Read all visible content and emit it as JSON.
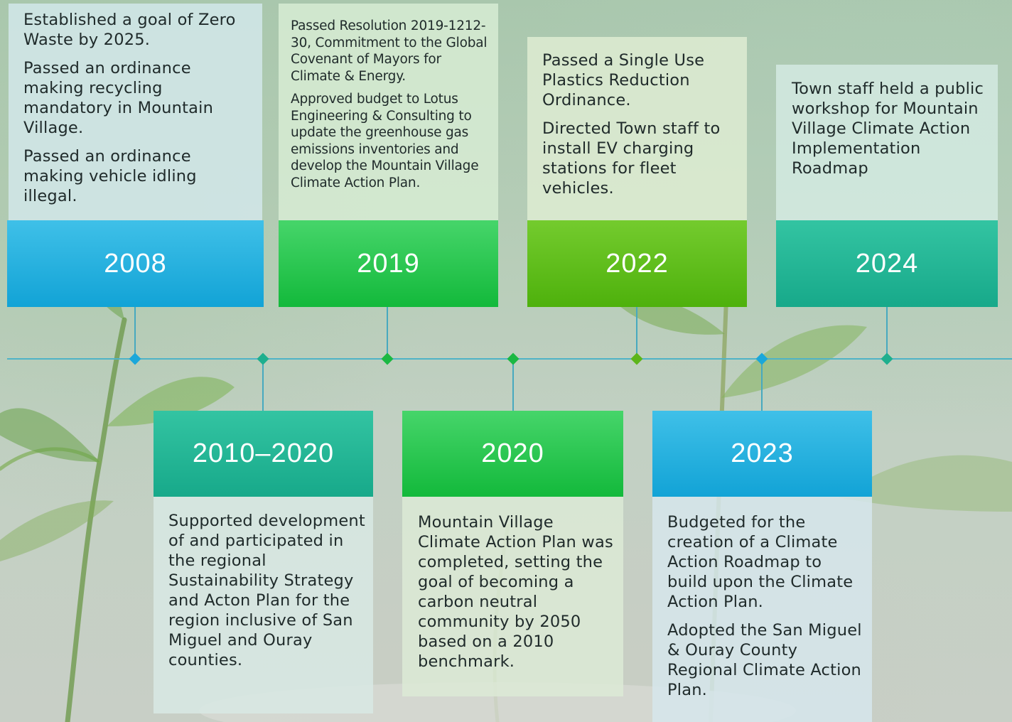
{
  "timeline": {
    "events": [
      {
        "year": "2008",
        "paragraphs": [
          "Established a goal of Zero Waste by 2025.",
          "Passed an ordinance making recycling mandatory in Mountain Village.",
          "Passed an ordinance making vehicle idling illegal."
        ],
        "color": "#12a3d6"
      },
      {
        "year": "2010–2020",
        "paragraphs": [
          "Supported development of and participated in the regional Sustainability Strategy and Acton Plan for the region inclusive of San Miguel and Ouray counties."
        ],
        "color": "#17a98a"
      },
      {
        "year": "2019",
        "paragraphs": [
          "Passed Resolution 2019-1212-30, Commitment to the Global Covenant of Mayors for Climate & Energy.",
          "Approved budget to Lotus Engineering & Consulting to update the greenhouse gas emissions inventories and develop the Mountain Village Climate Action Plan."
        ],
        "color": "#13b93b"
      },
      {
        "year": "2020",
        "paragraphs": [
          "Mountain Village Climate Action Plan was completed, setting the goal of becoming a carbon neutral community by 2050 based on a 2010 benchmark."
        ],
        "color": "#13b93b"
      },
      {
        "year": "2022",
        "paragraphs": [
          "Passed a Single Use Plastics Reduction Ordinance.",
          "Directed Town staff to install EV charging stations for fleet vehicles."
        ],
        "color": "#4eb10c"
      },
      {
        "year": "2023",
        "paragraphs": [
          "Budgeted for the creation of a Climate Action Roadmap to build upon the Climate Action Plan.",
          "Adopted the San Miguel & Ouray County Regional Climate Action Plan."
        ],
        "color": "#12a3d6"
      },
      {
        "year": "2024",
        "paragraphs": [
          "Town staff held a public workshop for Mountain Village Climate Action Implementation Roadmap"
        ],
        "color": "#17a98a"
      }
    ]
  }
}
